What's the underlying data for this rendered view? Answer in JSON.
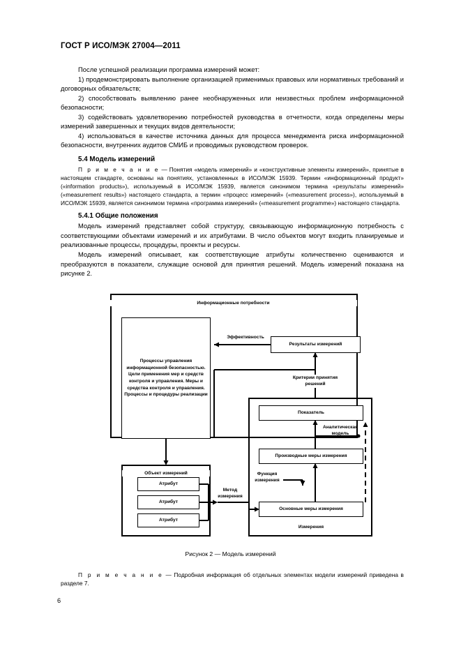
{
  "document": {
    "standard_header": "ГОСТ Р ИСО/МЭК 27004—2011",
    "page_number": "6"
  },
  "body": {
    "intro": "После успешной реализации программа измерений может:",
    "list_items": [
      "1)  продемонстрировать выполнение организацией применимых правовых или нормативных требований и договорных обязательств;",
      "2)  способствовать выявлению ранее необнаруженных или неизвестных проблем информационной безопасности;",
      "3)  содействовать удовлетворению потребностей руководства в отчетности, когда определены меры измерений завершенных и текущих видов деятельности;",
      "4)  использоваться в качестве источника данных для процесса менеджмента риска информационной безопасности, внутренних аудитов СМИБ и проводимых руководством проверок."
    ],
    "section_54_heading": "5.4  Модель измерений",
    "note_label": "П р и м е ч а н и е",
    "note_54_text": " — Понятия «модель измерений» и «конструктивные элементы измерений», принятые в настоящем стандарте, основаны на понятиях, установленных в ИСО/МЭК 15939. Термин «информационный продукт» («information products»), используемый в ИСО/МЭК 15939, является синонимом термина «результаты измерений» («measurement results») настоящего стандарта, а термин «процесс измерений» («measurement process»), используемый в ИСО/МЭК 15939, является синонимом термина «программа измерений» («measurement programme») настоящего стандарта.",
    "section_541_heading": "5.4.1  Общие положения",
    "paragraph_1": "Модель измерений представляет собой структуру, связывающую информационную потребность с соответствующими объектами измерений и их атрибутами. В число объектов могут входить планируемые и реализованные процессы, процедуры, проекты и ресурсы.",
    "paragraph_2": "Модель измерений описывает, как соответствующие атрибуты количественно оцениваются и преобразуются в показатели, служащие основой для принятия решений. Модель измерений показана на рисунке 2.",
    "figure_caption": "Рисунок 2 — Модель измерений",
    "tail_note_text": " — Подробная информация об отдельных элементах модели измерений приведена в разделе 7."
  },
  "figure": {
    "title": "Информационные потребности",
    "security_box": "Процессы управления информационной безопасностью. Цели применения мер и средств контроля и управления. Меры и средства контроля и управления. Процессы и процедуры реализации",
    "measurement_results": "Результаты измерений",
    "effectiveness_label": "Эффективность",
    "decision_criteria_label": "Критерии принятия решений",
    "indicator": "Показатель",
    "analytical_model_label": "Аналитическая модель",
    "derived_measures": "Производные меры измерения",
    "measurement_function_label": "Функция измерения",
    "base_measures": "Основные меры измерения",
    "measurements_label": "Измерения",
    "object_of_measurement": "Объект измерений",
    "attribute_1": "Атрибут",
    "attribute_2": "Атрибут",
    "attribute_3": "Атрибут",
    "measurement_method_label": "Метод измерения"
  },
  "colors": {
    "ink": "#000000",
    "paper": "#ffffff"
  }
}
